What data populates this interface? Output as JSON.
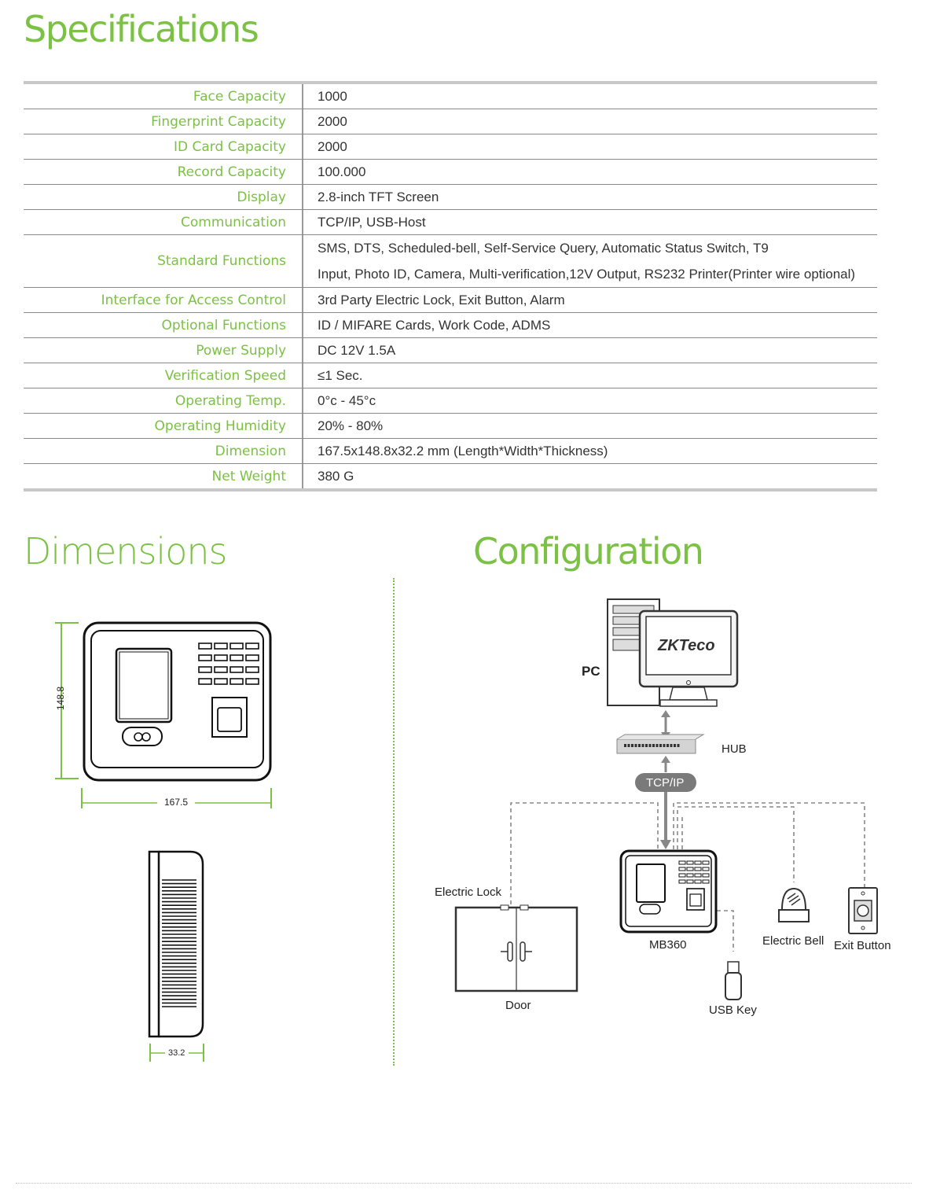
{
  "titles": {
    "specifications": "Specifications",
    "dimensions": "Dimensions",
    "configuration": "Configuration"
  },
  "specs": [
    {
      "label": "Face Capacity",
      "value": [
        "1000"
      ]
    },
    {
      "label": "Fingerprint Capacity",
      "value": [
        "2000"
      ]
    },
    {
      "label": "ID Card Capacity",
      "value": [
        "2000"
      ]
    },
    {
      "label": "Record Capacity",
      "value": [
        "100.000"
      ]
    },
    {
      "label": "Display",
      "value": [
        "2.8-inch TFT Screen"
      ]
    },
    {
      "label": "Communication",
      "value": [
        "TCP/IP, USB-Host"
      ]
    },
    {
      "label": "Standard Functions",
      "value": [
        "SMS, DTS, Scheduled-bell, Self-Service Query, Automatic Status Switch, T9",
        "Input, Photo ID, Camera, Multi-verification,12V Output, RS232 Printer(Printer wire optional)"
      ]
    },
    {
      "label": "Interface for Access Control",
      "value": [
        "3rd Party Electric Lock, Exit Button, Alarm"
      ]
    },
    {
      "label": "Optional Functions",
      "value": [
        "ID / MIFARE Cards, Work Code, ADMS"
      ]
    },
    {
      "label": "Power Supply",
      "value": [
        "DC 12V 1.5A"
      ]
    },
    {
      "label": "Verification Speed",
      "value": [
        "≤1 Sec."
      ]
    },
    {
      "label": "Operating Temp.",
      "value": [
        "0°c - 45°c"
      ]
    },
    {
      "label": "Operating Humidity",
      "value": [
        "20% - 80%"
      ]
    },
    {
      "label": "Dimension",
      "value": [
        "167.5x148.8x32.2 mm (Length*Width*Thickness)"
      ]
    },
    {
      "label": "Net Weight",
      "value": [
        "380 G"
      ]
    }
  ],
  "dimensions": {
    "height": "148.8",
    "width": "167.5",
    "depth": "33.2"
  },
  "configuration": {
    "pc": "PC",
    "brand": "ZKTeco",
    "hub": "HUB",
    "tcpip": "TCP/IP",
    "electric_lock": "Electric Lock",
    "door": "Door",
    "device": "MB360",
    "usb_key": "USB Key",
    "electric_bell": "Electric Bell",
    "exit_button": "Exit Button"
  },
  "colors": {
    "accent": "#7bc144",
    "rule": "#c8c8c8"
  }
}
